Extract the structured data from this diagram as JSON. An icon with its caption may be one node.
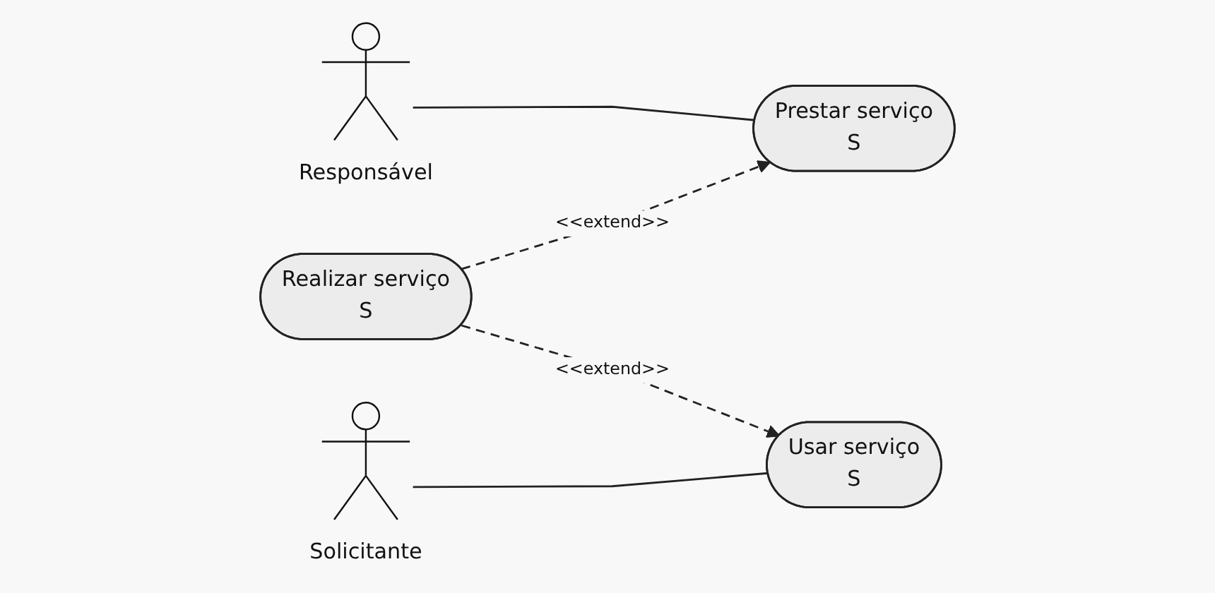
{
  "diagram": {
    "nodes": [
      {
        "text": [
          "Responsável"
        ]
      },
      {
        "text": [
          "Prestar serviço",
          "S"
        ]
      },
      {
        "text": [
          "Solicitante"
        ]
      },
      {
        "text": [
          "Usar serviço",
          "S"
        ]
      },
      {
        "text": [
          "Realizar serviço",
          "S"
        ]
      }
    ],
    "edges": [
      {
        "from": 0,
        "to": 1,
        "arrow": "none"
      },
      {
        "from": 2,
        "to": 3,
        "arrow": "none"
      },
      {
        "from": 4,
        "to": 1,
        "arrow": "to",
        "style": "dashed",
        "label": "<<extend>>"
      },
      {
        "from": 4,
        "to": 3,
        "arrow": "to",
        "style": "dashed",
        "label": "<<extend>>"
      }
    ]
  }
}
